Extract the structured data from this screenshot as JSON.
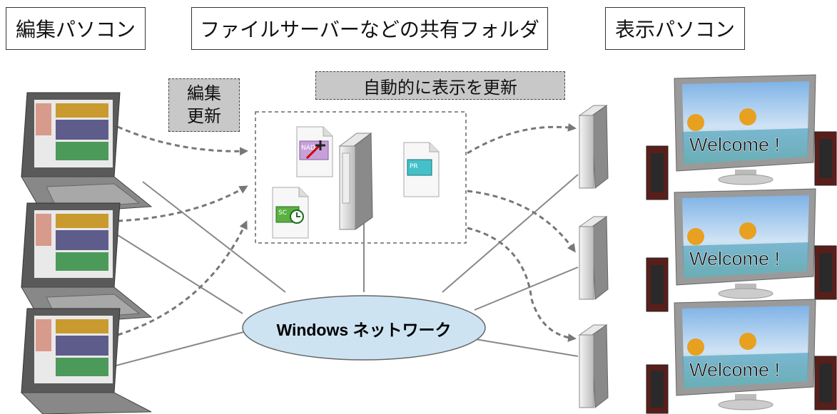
{
  "headers": {
    "edit_pc": "編集パソコン",
    "shared_folder": "ファイルサーバーなどの共有フォルダ",
    "display_pc": "表示パソコン"
  },
  "tags": {
    "edit_update_line1": "編集",
    "edit_update_line2": "更新",
    "auto_update": "自動的に表示を更新"
  },
  "network": {
    "label": "Windows ネットワーク"
  },
  "file_icons": {
    "nad": "NAD",
    "sc": "SC",
    "pr": "PR"
  },
  "monitors": [
    {
      "text": "Welcome !"
    },
    {
      "text": "Welcome !"
    },
    {
      "text": "Welcome !"
    }
  ]
}
